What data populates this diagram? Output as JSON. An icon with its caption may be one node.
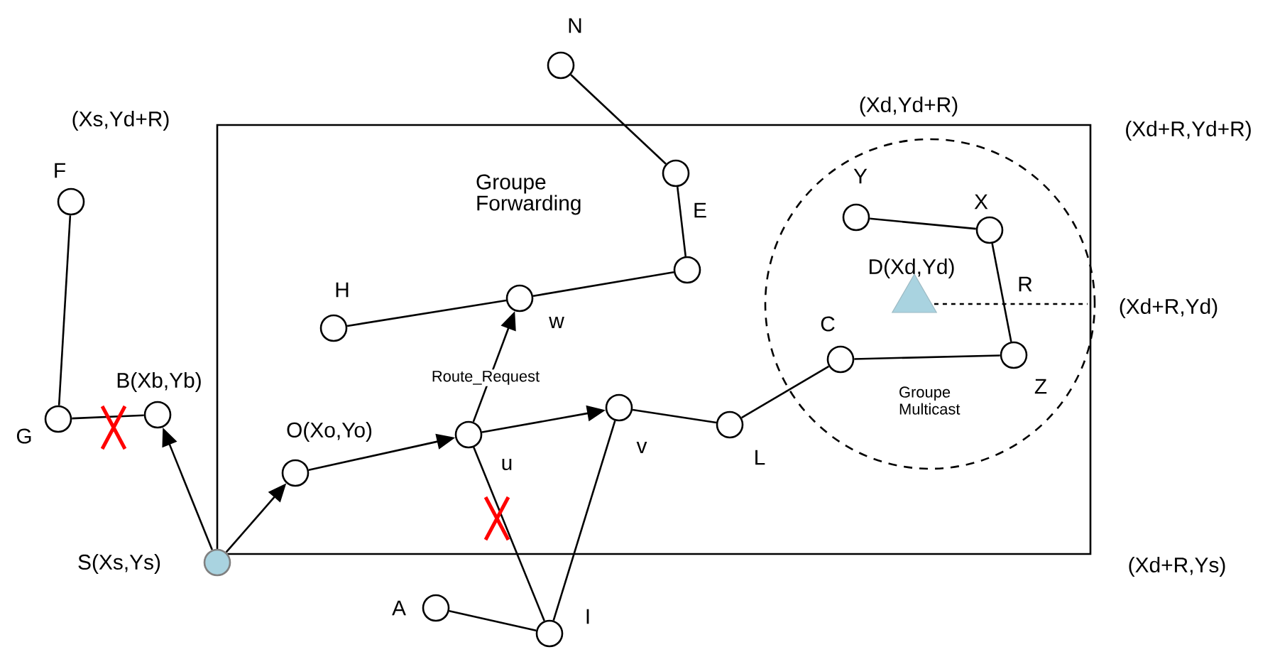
{
  "diagram": {
    "nodes": [
      {
        "text": [
          "Groupe Forwarding"
        ]
      },
      {
        "text": [
          "Groupe Multicast"
        ],
        "in": 0
      },
      {
        "text": [],
        "shape": "circle",
        "beside": [
          "N"
        ]
      },
      {
        "text": [],
        "shape": "circle",
        "beside": [
          "F"
        ]
      },
      {
        "text": [],
        "shape": "circle",
        "beside": [
          "E"
        ],
        "in": 0
      },
      {
        "text": [],
        "shape": "circle",
        "beside": [
          "Y"
        ],
        "in": 1
      },
      {
        "text": [],
        "shape": "circle",
        "beside": [
          "X"
        ],
        "in": 1
      },
      {
        "text": [],
        "shape": "circle",
        "in": 0
      },
      {
        "text": [],
        "shape": "triangle",
        "beside": [
          "D(Xd,Yd)"
        ],
        "in": 1
      },
      {
        "text": [],
        "shape": "circle",
        "beside": [
          "H"
        ],
        "in": 0
      },
      {
        "text": [],
        "shape": "circle",
        "beside": [
          "w"
        ],
        "in": 0
      },
      {
        "text": [],
        "shape": "circle",
        "beside": [
          "C"
        ],
        "in": 1
      },
      {
        "text": [],
        "shape": "circle",
        "beside": [
          "Z"
        ],
        "in": 1
      },
      {
        "text": [],
        "shape": "circle",
        "beside": [
          "G"
        ]
      },
      {
        "text": [],
        "shape": "circle",
        "beside": [
          "B(Xb,Yb)"
        ]
      },
      {
        "text": [],
        "shape": "circle",
        "beside": [
          "u"
        ],
        "in": 0
      },
      {
        "text": [],
        "shape": "circle",
        "beside": [
          "v"
        ],
        "in": 0
      },
      {
        "text": [],
        "shape": "circle",
        "beside": [
          "L"
        ],
        "in": 0
      },
      {
        "text": [],
        "shape": "circle",
        "beside": [
          "O(Xo,Yo)"
        ],
        "in": 0
      },
      {
        "text": [],
        "shape": "circle",
        "beside": [
          "S(Xs,Ys)"
        ]
      },
      {
        "text": [],
        "shape": "circle",
        "beside": [
          "A"
        ]
      },
      {
        "text": [],
        "shape": "circle",
        "beside": [
          "I"
        ]
      }
    ],
    "edges": [
      {
        "from": 2,
        "to": 4,
        "arrow": "none"
      },
      {
        "from": 4,
        "to": 7,
        "arrow": "none"
      },
      {
        "from": 7,
        "to": 10,
        "arrow": "none"
      },
      {
        "from": 9,
        "to": 10,
        "arrow": "none"
      },
      {
        "from": 3,
        "to": 13,
        "arrow": "none"
      },
      {
        "from": 13,
        "to": 14,
        "arrow": "none"
      },
      {
        "from": 19,
        "to": 14,
        "arrow": "to"
      },
      {
        "from": 19,
        "to": 18,
        "arrow": "to"
      },
      {
        "from": 18,
        "to": 15,
        "arrow": "to"
      },
      {
        "from": 15,
        "to": 10,
        "arrow": "to"
      },
      {
        "from": 15,
        "to": 16,
        "arrow": "to"
      },
      {
        "from": 16,
        "to": 17,
        "arrow": "none"
      },
      {
        "from": 17,
        "to": 11,
        "arrow": "none"
      },
      {
        "from": 11,
        "to": 12,
        "arrow": "none"
      },
      {
        "from": 12,
        "to": 6,
        "arrow": "none"
      },
      {
        "from": 6,
        "to": 5,
        "arrow": "none"
      },
      {
        "from": 15,
        "to": 21,
        "arrow": "none"
      },
      {
        "from": 16,
        "to": 21,
        "arrow": "none"
      },
      {
        "from": 20,
        "to": 21,
        "arrow": "none"
      }
    ],
    "labels": [
      "(Xs,Yd+R)",
      "(Xd,Yd+R)",
      "(Xd+R,Yd+R)",
      "R",
      "(Xd+R,Yd)",
      "Route_Request",
      "(Xd+R,Ys)"
    ]
  }
}
